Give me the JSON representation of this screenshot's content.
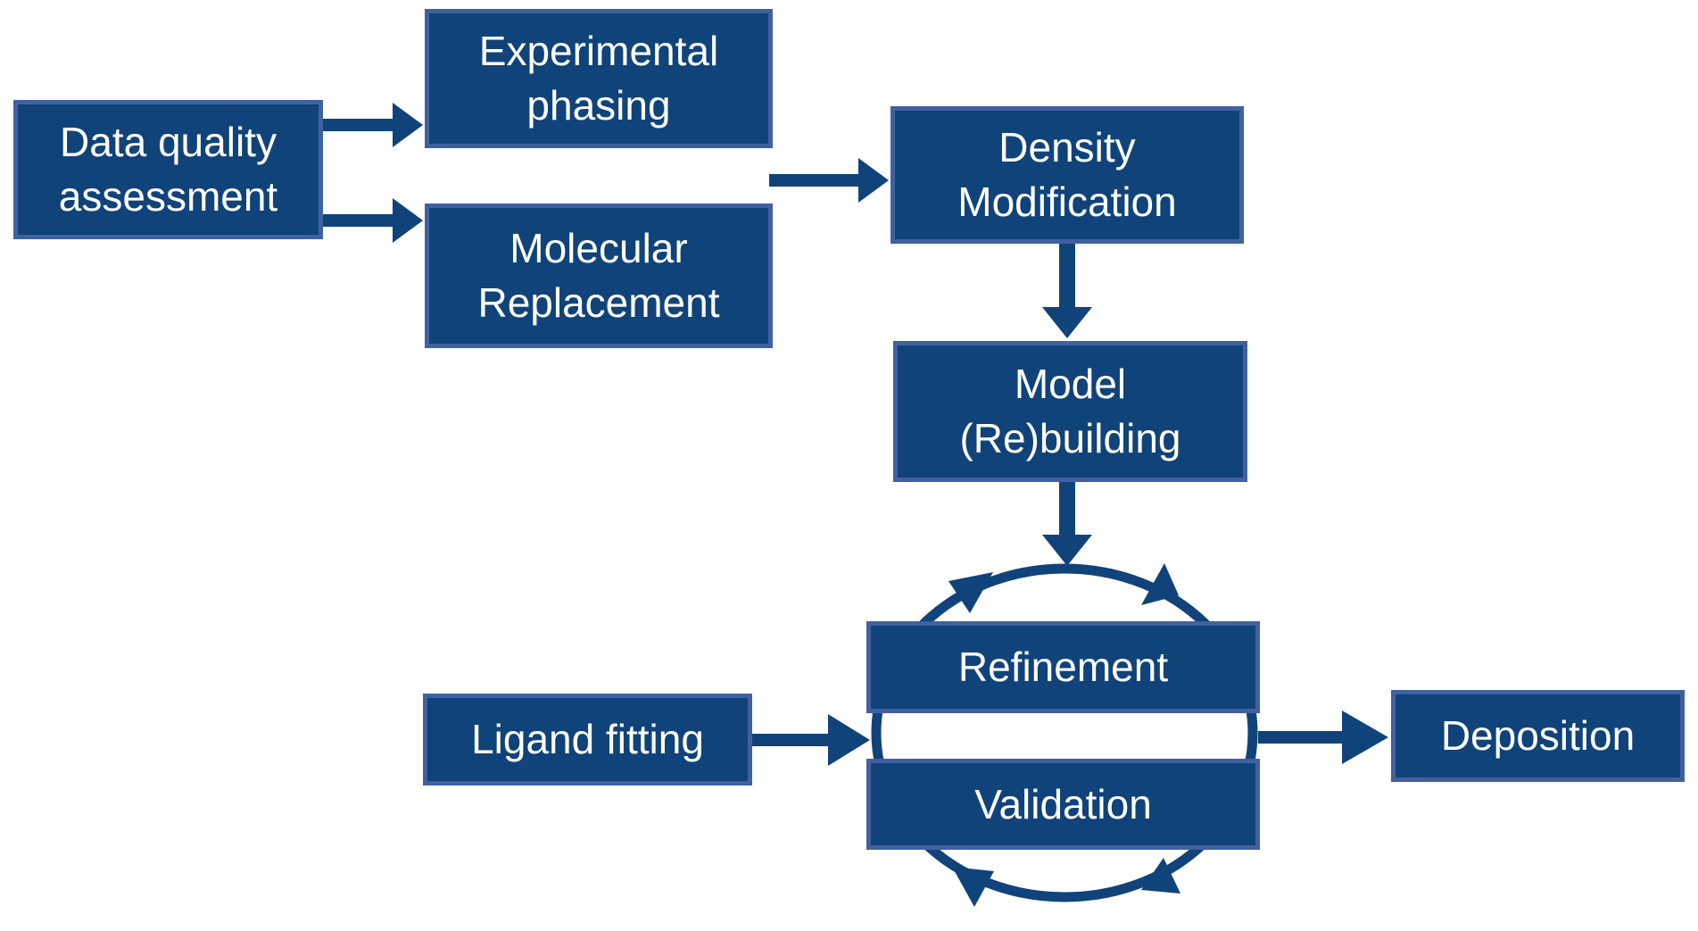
{
  "diagram": {
    "type": "flowchart",
    "topic": "Crystallographic structure solution workflow",
    "colors": {
      "box-fill": "#10437A",
      "box-border": "#40619F",
      "arrow": "#10437A",
      "text": "#FFFFFF",
      "bg": "#FFFFFF"
    },
    "nodes": [
      {
        "id": "data-quality",
        "label": "Data quality assessment"
      },
      {
        "id": "experimental-phasing",
        "label": "Experimental phasing"
      },
      {
        "id": "molecular-replacement",
        "label": "Molecular Replacement"
      },
      {
        "id": "density-modification",
        "label": "Density Modification"
      },
      {
        "id": "model-rebuilding",
        "label": "Model (Re)building"
      },
      {
        "id": "refinement",
        "label": "Refinement"
      },
      {
        "id": "validation",
        "label": "Validation"
      },
      {
        "id": "ligand-fitting",
        "label": "Ligand fitting"
      },
      {
        "id": "deposition",
        "label": "Deposition"
      }
    ],
    "edges": [
      {
        "from": "data-quality",
        "to": "experimental-phasing"
      },
      {
        "from": "data-quality",
        "to": "molecular-replacement"
      },
      {
        "from": "experimental-phasing & molecular-replacement",
        "to": "density-modification"
      },
      {
        "from": "density-modification",
        "to": "model-rebuilding"
      },
      {
        "from": "model-rebuilding",
        "to": "refinement-validation-cycle"
      },
      {
        "from": "ligand-fitting",
        "to": "refinement-validation-cycle"
      },
      {
        "from": "refinement-validation-cycle",
        "to": "deposition"
      }
    ],
    "cycle": {
      "members": [
        "refinement",
        "validation"
      ],
      "shape": "circular-arrows",
      "arrowheads": 4
    }
  }
}
